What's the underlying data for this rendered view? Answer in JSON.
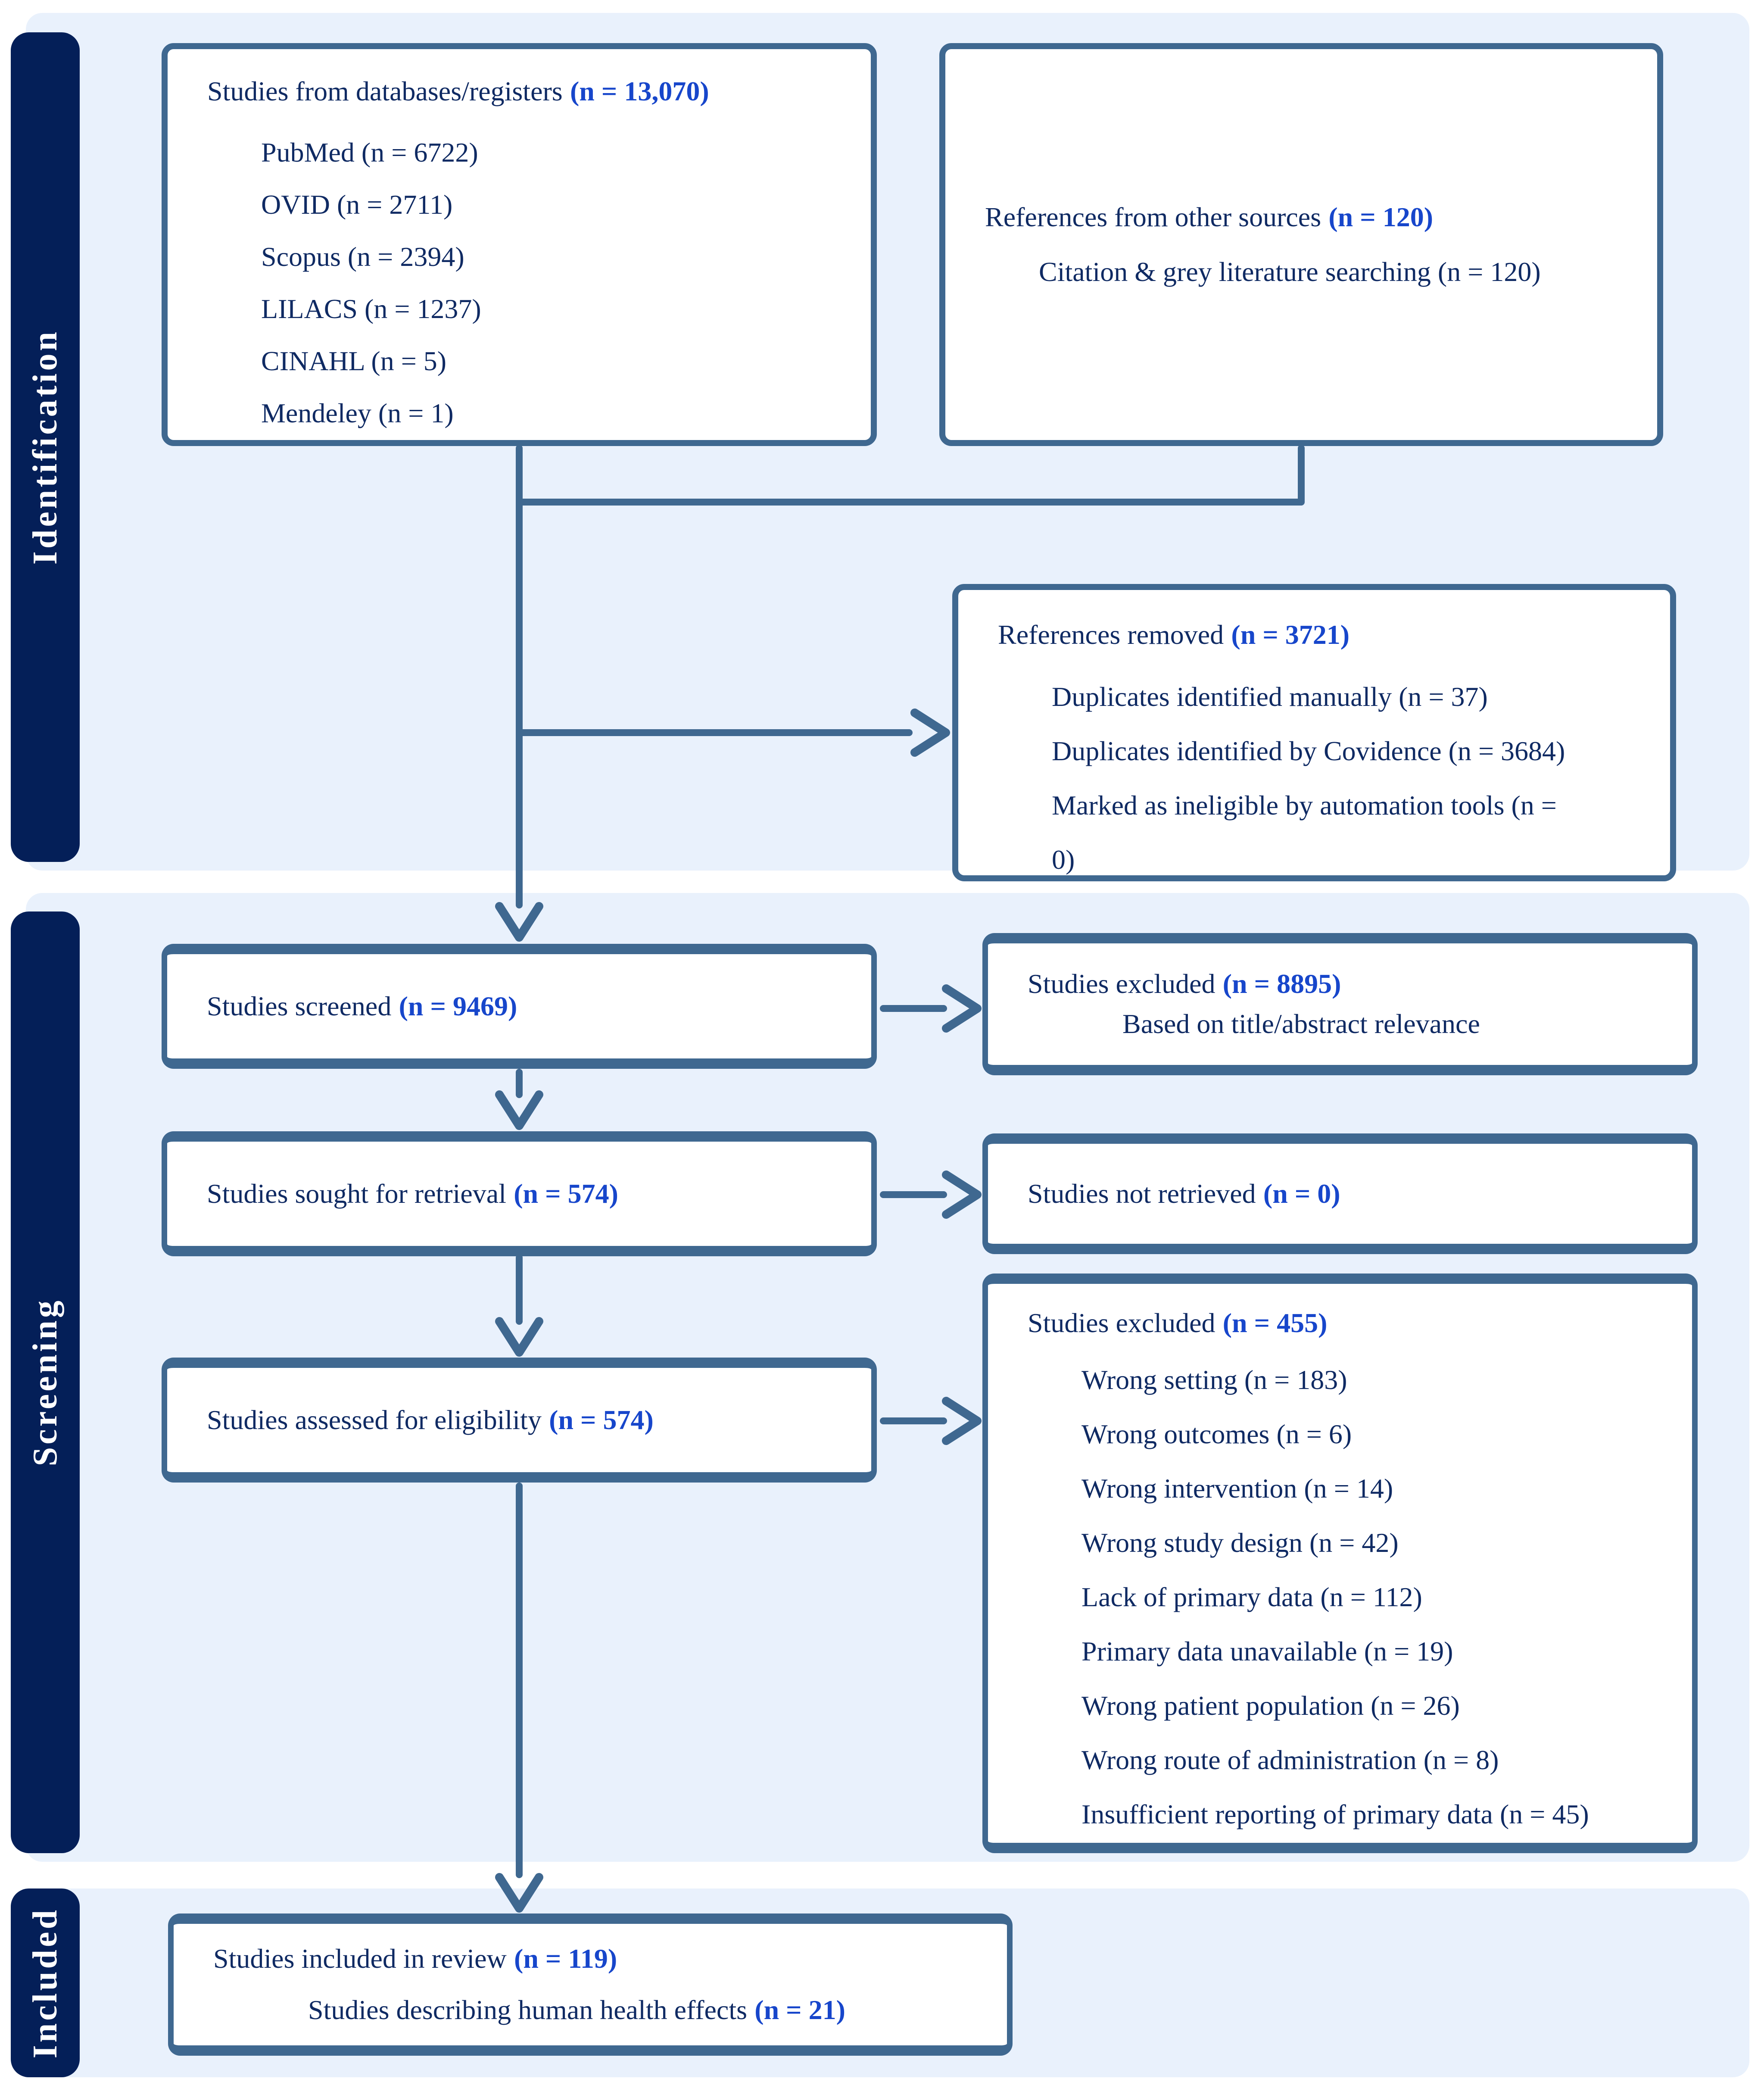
{
  "colors": {
    "navy_text": "#0f2a63",
    "accent_blue": "#1746cb",
    "steel_border": "#3f6890",
    "band_bg": "#e9f1fc",
    "pill_bg": "#041f58",
    "box_bg": "#ffffff"
  },
  "sidebar": {
    "identification": "Identification",
    "screening": "Screening",
    "included": "Included"
  },
  "boxes": {
    "databases": {
      "title": "Studies from databases/registers",
      "n": "(n = 13,070)",
      "items": [
        "PubMed (n = 6722)",
        "OVID (n = 2711)",
        "Scopus (n = 2394)",
        "LILACS (n = 1237)",
        "CINAHL (n = 5)",
        "Mendeley (n = 1)"
      ]
    },
    "other_sources": {
      "title": "References from other sources",
      "n": "(n = 120)",
      "items": [
        "Citation & grey literature searching (n = 120)"
      ]
    },
    "references_removed": {
      "title": "References removed",
      "n": "(n = 3721)",
      "items": [
        "Duplicates identified manually (n = 37)",
        "Duplicates identified by Covidence (n = 3684)",
        "Marked as ineligible by automation tools (n = 0)"
      ]
    },
    "screened": {
      "title": "Studies screened",
      "n": "(n = 9469)"
    },
    "excluded_screening": {
      "title": "Studies excluded",
      "n": "(n = 8895)",
      "items": [
        "Based on title/abstract relevance"
      ]
    },
    "sought": {
      "title": "Studies sought for retrieval",
      "n": "(n = 574)"
    },
    "not_retrieved": {
      "title": "Studies not retrieved",
      "n": "(n = 0)"
    },
    "assessed": {
      "title": "Studies assessed for eligibility",
      "n": "(n = 574)"
    },
    "excluded_eligibility": {
      "title": "Studies excluded",
      "n": "(n = 455)",
      "items": [
        "Wrong setting (n = 183)",
        "Wrong outcomes (n = 6)",
        "Wrong intervention (n = 14)",
        "Wrong study design (n = 42)",
        "Lack of primary data (n = 112)",
        "Primary data unavailable (n = 19)",
        "Wrong patient population (n = 26)",
        "Wrong route of administration (n = 8)",
        "Insufficient reporting of primary data (n = 45)"
      ]
    },
    "included": {
      "title": "Studies included in review",
      "n": "(n = 119)",
      "sub_title": "Studies describing human health effects",
      "sub_n": "(n = 21)"
    }
  }
}
